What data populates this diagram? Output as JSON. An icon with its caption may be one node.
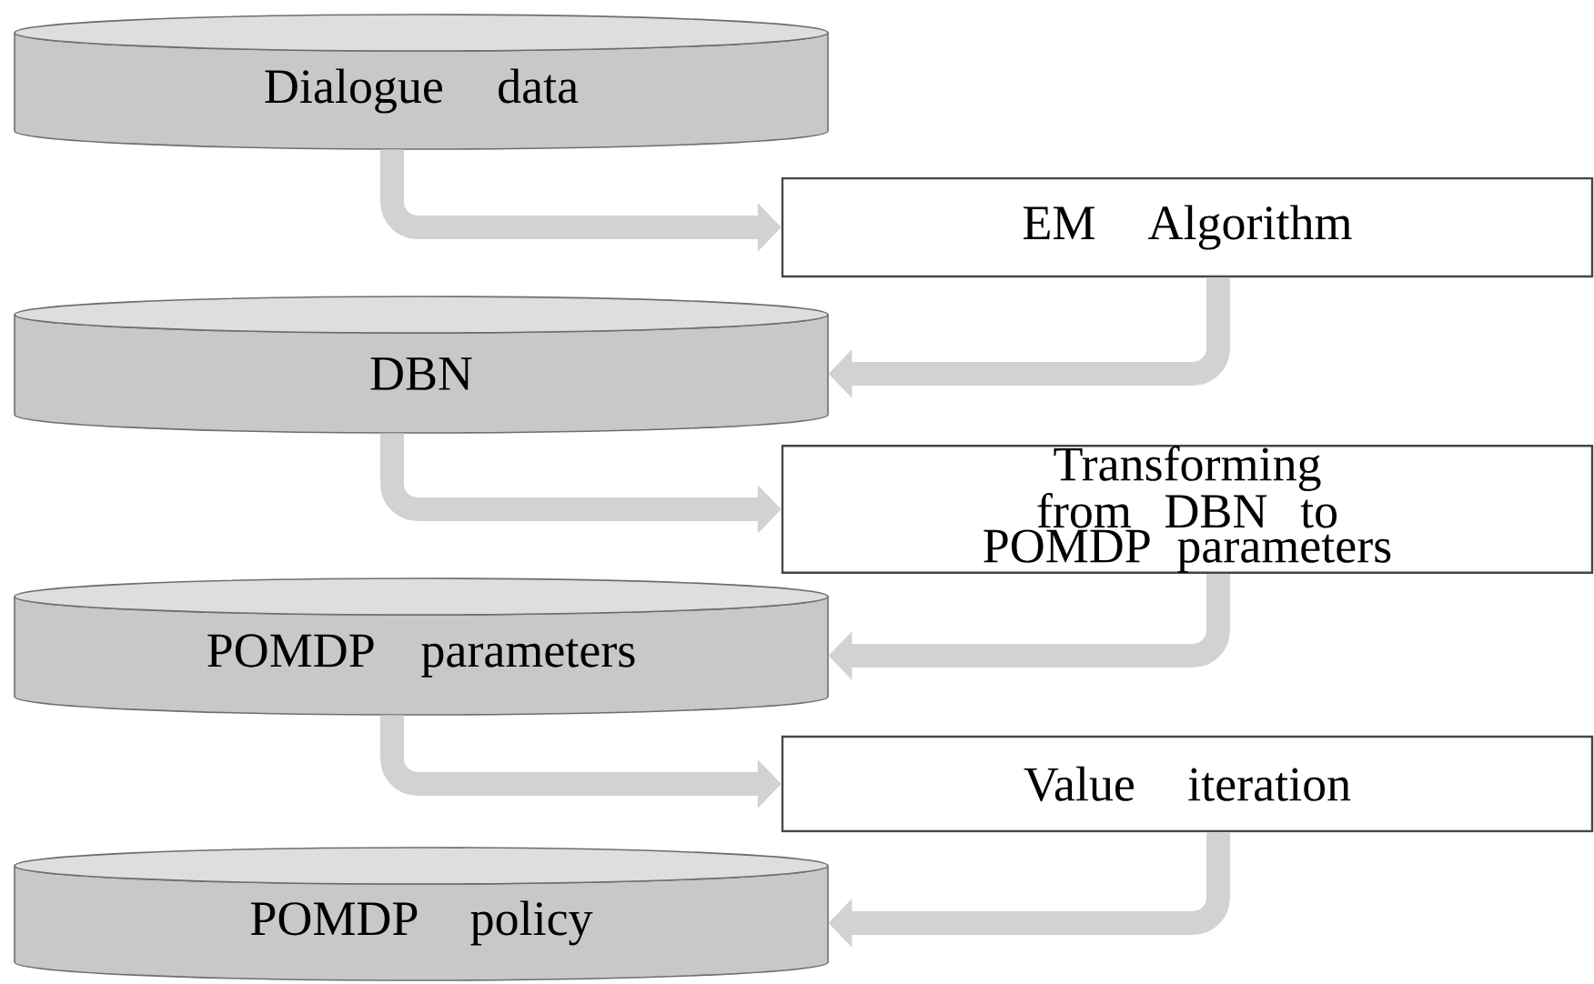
{
  "diagram": {
    "nodes": [
      {
        "text": [
          "Dialogue data"
        ]
      },
      {
        "text": [
          "EM Algorithm"
        ]
      },
      {
        "text": [
          "DBN"
        ]
      },
      {
        "text": [
          "Transforming from DBN to POMDP parameters"
        ]
      },
      {
        "text": [
          "POMDP parameters"
        ]
      },
      {
        "text": [
          "Value iteration"
        ]
      },
      {
        "text": [
          "POMDP  policy"
        ]
      }
    ],
    "edges": [
      {
        "from": 0,
        "to": 1,
        "arrow": "to"
      },
      {
        "from": 1,
        "to": 2,
        "arrow": "to"
      },
      {
        "from": 2,
        "to": 3,
        "arrow": "to"
      },
      {
        "from": 3,
        "to": 4,
        "arrow": "to"
      },
      {
        "from": 4,
        "to": 5,
        "arrow": "to"
      },
      {
        "from": 5,
        "to": 6,
        "arrow": "to"
      }
    ]
  }
}
